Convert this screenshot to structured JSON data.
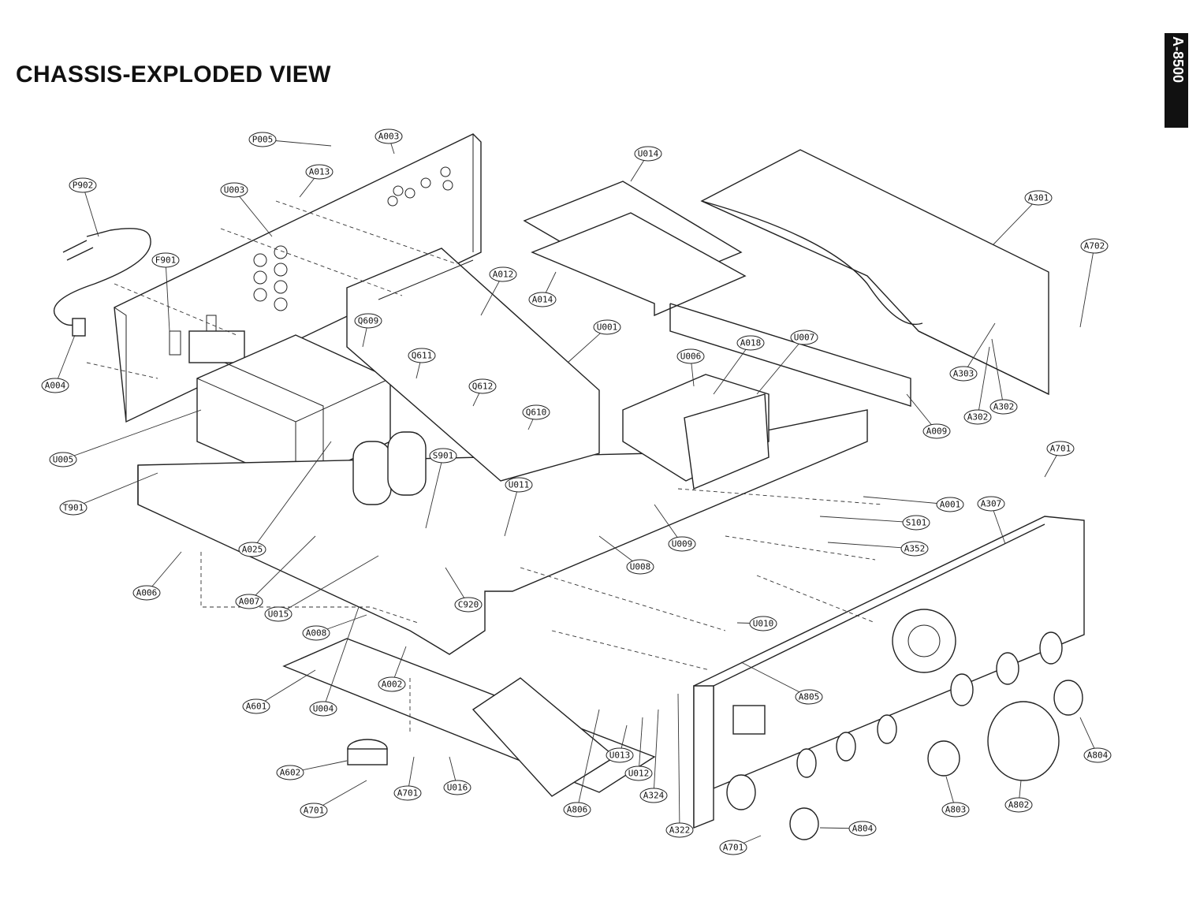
{
  "title": "CHASSIS-EXPLODED VIEW",
  "side_tab": "A-8500",
  "labels": [
    "P005",
    "A003",
    "A013",
    "U003",
    "P902",
    "F901",
    "U014",
    "A301",
    "A702",
    "A012",
    "A014",
    "Q609",
    "U001",
    "Q611",
    "A018",
    "U007",
    "U006",
    "Q612",
    "Q610",
    "A303",
    "A302",
    "A302",
    "A009",
    "A004",
    "U005",
    "T901",
    "S901",
    "U011",
    "A701",
    "A001",
    "A307",
    "S101",
    "A352",
    "A025",
    "U009",
    "U008",
    "A006",
    "A007",
    "U015",
    "C920",
    "U010",
    "A008",
    "A805",
    "A002",
    "A601",
    "U004",
    "A804",
    "U013",
    "U012",
    "A602",
    "A701",
    "U016",
    "A806",
    "A324",
    "A803",
    "A802",
    "A804",
    "A701",
    "A322",
    "A701"
  ]
}
